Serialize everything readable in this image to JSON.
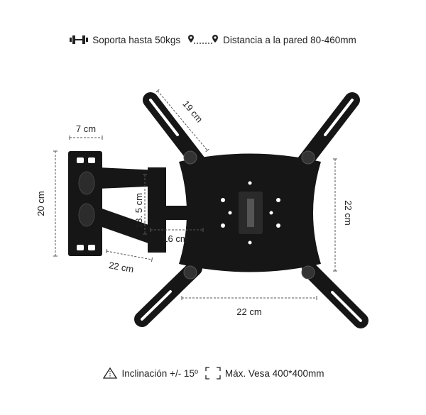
{
  "top_specs": {
    "weight": "Soporta hasta 50kgs",
    "distance": "Distancia a la pared 80-460mm"
  },
  "bottom_specs": {
    "tilt": "Inclinación +/- 15º",
    "vesa": "Máx. Vesa 400*400mm"
  },
  "dimensions": {
    "arm_width": "7 cm",
    "wall_plate_height": "20 cm",
    "arm_length": "22 cm",
    "arm_height": "13. 5 cm",
    "arm_depth": "16 cm",
    "bracket_arm_length": "19 cm",
    "plate_height": "22 cm",
    "plate_width": "22 cm"
  },
  "colors": {
    "bracket": "#161616",
    "dimension_line": "#555555",
    "text": "#222222"
  }
}
